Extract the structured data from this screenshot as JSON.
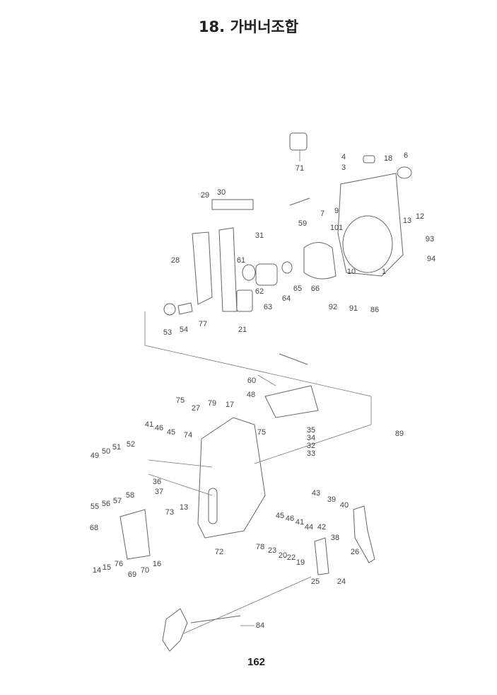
{
  "title": "18. 가버너조합",
  "page_number": "162",
  "part_labels": [
    "71",
    "4",
    "3",
    "18",
    "6",
    "29",
    "30",
    "59",
    "7",
    "9",
    "12",
    "13",
    "101",
    "31",
    "28",
    "93",
    "94",
    "61",
    "10",
    "1",
    "62",
    "65",
    "66",
    "64",
    "63",
    "92",
    "91",
    "86",
    "53",
    "54",
    "77",
    "21",
    "60",
    "48",
    "89",
    "75",
    "27",
    "79",
    "17",
    "41",
    "46",
    "45",
    "74",
    "75",
    "35",
    "34",
    "32",
    "33",
    "49",
    "50",
    "51",
    "52",
    "36",
    "37",
    "55",
    "56",
    "57",
    "58",
    "73",
    "13",
    "43",
    "39",
    "40",
    "45",
    "46",
    "41",
    "44",
    "42",
    "38",
    "68",
    "16",
    "72",
    "78",
    "23",
    "20",
    "22",
    "19",
    "26",
    "14",
    "15",
    "76",
    "69",
    "70",
    "25",
    "24",
    "84"
  ]
}
